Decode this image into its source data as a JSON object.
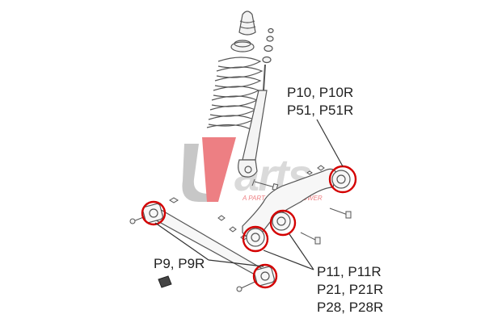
{
  "watermark": {
    "brand": "UParts",
    "tagline": "A PART OF YOUR POWER"
  },
  "callouts": {
    "top_right": [
      "P10, P10R",
      "P51, P51R"
    ],
    "left": [
      "P9, P9R"
    ],
    "bottom_right": [
      "P11, P11R",
      "P21, P21R",
      "P28, P28R"
    ]
  },
  "colors": {
    "line": "#555555",
    "callout_ring": "#d40000",
    "watermark_red": "#e0181e",
    "watermark_gray": "#9a9a9a"
  }
}
